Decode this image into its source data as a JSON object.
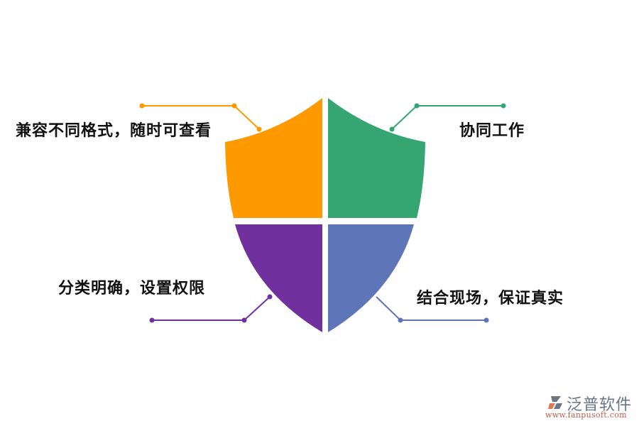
{
  "diagram": {
    "type": "shield-quadrant",
    "quadrants": [
      {
        "position": "top-left",
        "label": "兼容不同格式，随时可查看",
        "color": "#FF9900"
      },
      {
        "position": "top-right",
        "label": "协同工作",
        "color": "#35A672"
      },
      {
        "position": "bottom-left",
        "label": "分类明确，设置权限",
        "color": "#70309E"
      },
      {
        "position": "bottom-right",
        "label": "结合现场，保证真实",
        "color": "#5E76B8"
      }
    ]
  },
  "watermark": {
    "name": "泛普软件",
    "url": "www.fanpusoft.com",
    "icon": "fanpu-logo-icon"
  }
}
